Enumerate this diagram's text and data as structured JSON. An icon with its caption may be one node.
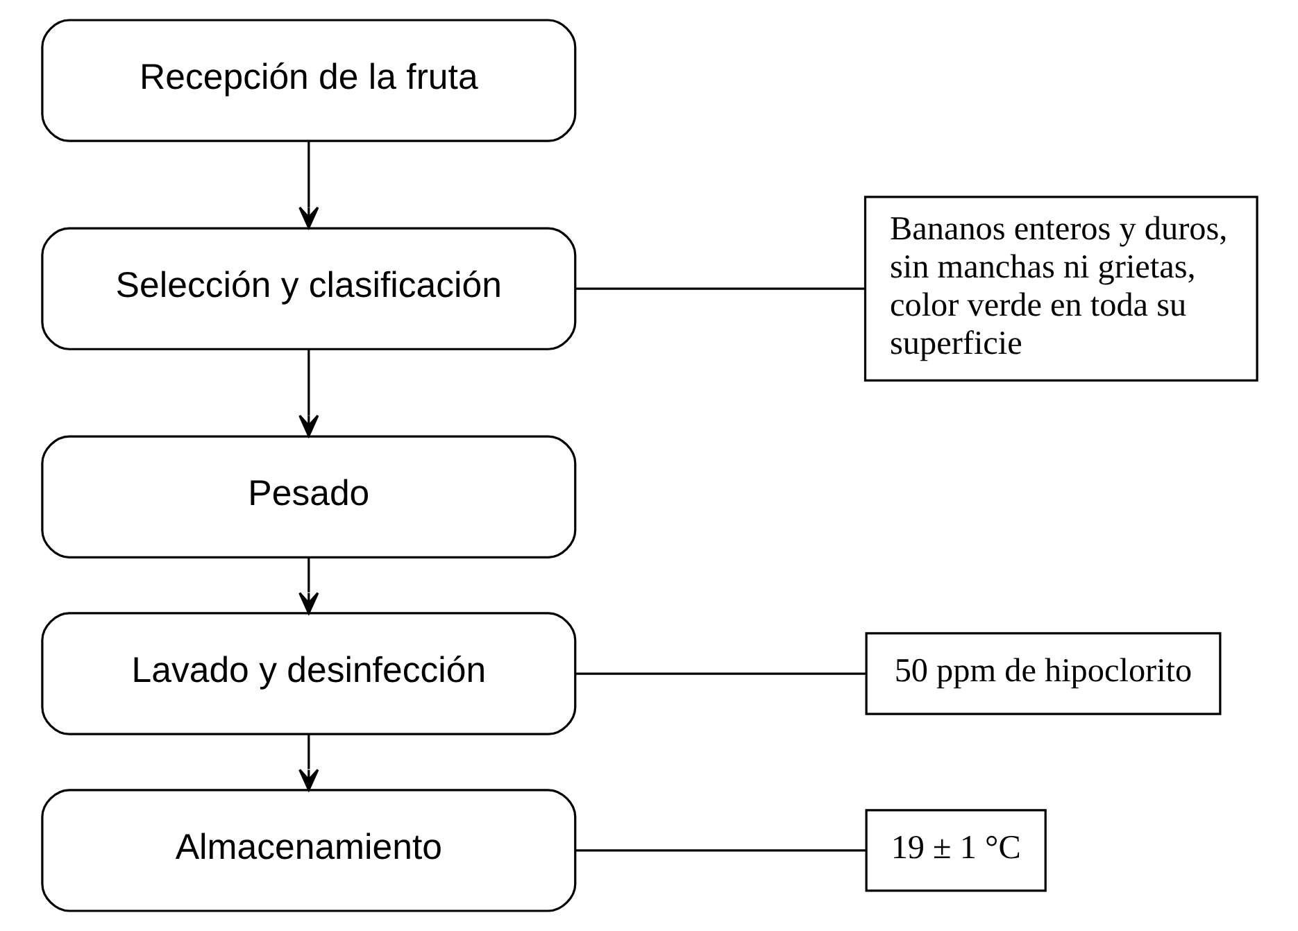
{
  "diagram": {
    "nodes": [
      {
        "text": [
          "Recepción de la fruta"
        ]
      },
      {
        "text": [
          "Selección y clasificación"
        ]
      },
      {
        "text": [
          "Bananos enteros y duros, sin manchas ni grietas, color verde en toda su superficie"
        ]
      },
      {
        "text": [
          "Pesado"
        ]
      },
      {
        "text": [
          "Lavado y desinfección"
        ]
      },
      {
        "text": [
          "50 ppm de hipoclorito"
        ]
      },
      {
        "text": [
          "Almacenamiento"
        ]
      },
      {
        "text": [
          "19 ± 1 °C"
        ]
      }
    ],
    "edges": [
      {
        "from": 0,
        "to": 1,
        "arrow": "to"
      },
      {
        "from": 1,
        "to": 2,
        "arrow": "none"
      },
      {
        "from": 1,
        "to": 3,
        "arrow": "to"
      },
      {
        "from": 3,
        "to": 4,
        "arrow": "to"
      },
      {
        "from": 4,
        "to": 5,
        "arrow": "none"
      },
      {
        "from": 4,
        "to": 6,
        "arrow": "to"
      },
      {
        "from": 6,
        "to": 7,
        "arrow": "none"
      }
    ]
  }
}
